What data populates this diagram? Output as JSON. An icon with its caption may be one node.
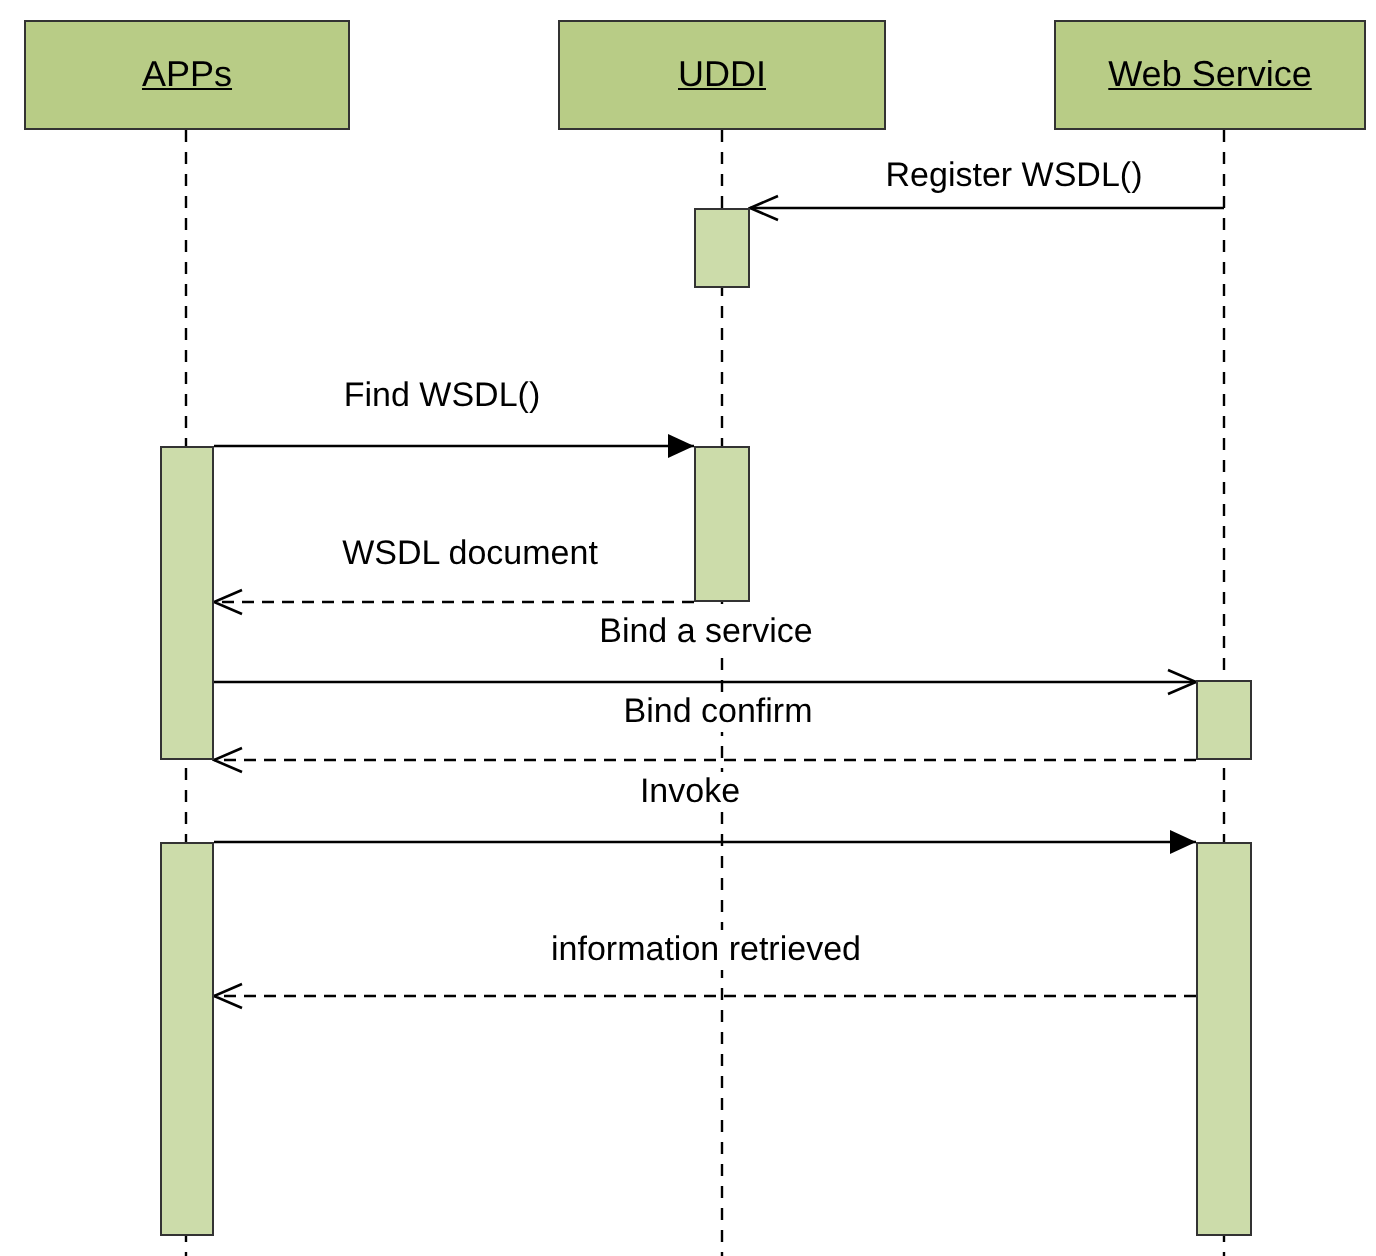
{
  "diagram": {
    "nodes": [
      {
        "text": [
          "APPs"
        ]
      },
      {
        "text": [
          "UDDI"
        ]
      },
      {
        "text": [
          "Web Service"
        ]
      },
      {
        "text": [],
        "shape": "bar"
      },
      {
        "text": [],
        "shape": "bar"
      },
      {
        "text": [],
        "shape": "bar"
      },
      {
        "text": [],
        "shape": "bar"
      },
      {
        "text": [],
        "shape": "bar"
      },
      {
        "text": [],
        "shape": "bar"
      }
    ],
    "edges": [
      {
        "from": null,
        "to": 3,
        "arrow": "to",
        "label": "Register WSDL()"
      },
      {
        "from": 4,
        "to": 5,
        "arrow": "to",
        "label": "Find WSDL()"
      },
      {
        "from": 5,
        "to": 4,
        "arrow": "to",
        "label": "WSDL document",
        "style": "dashed"
      },
      {
        "from": 4,
        "to": 6,
        "arrow": "to",
        "label": "Bind a service"
      },
      {
        "from": 6,
        "to": 4,
        "arrow": "to",
        "label": "Bind confirm",
        "style": "dashed"
      },
      {
        "from": 7,
        "to": 8,
        "arrow": "to",
        "label": "Invoke"
      },
      {
        "from": 8,
        "to": 7,
        "arrow": "to",
        "label": "information retrieved",
        "style": "dashed"
      }
    ]
  }
}
